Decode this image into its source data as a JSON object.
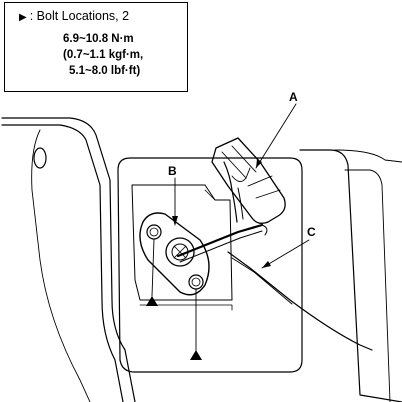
{
  "legend": {
    "symbol_text": "▶",
    "bolt_text": ": Bolt Locations, 2"
  },
  "torque": {
    "line1": "6.9~10.8 N·m",
    "line2": "(0.7~1.1 kgf·m,",
    "line3": "5.1~8.0 lbf·ft)"
  },
  "callouts": {
    "a": "A",
    "b": "B",
    "c": "C"
  }
}
